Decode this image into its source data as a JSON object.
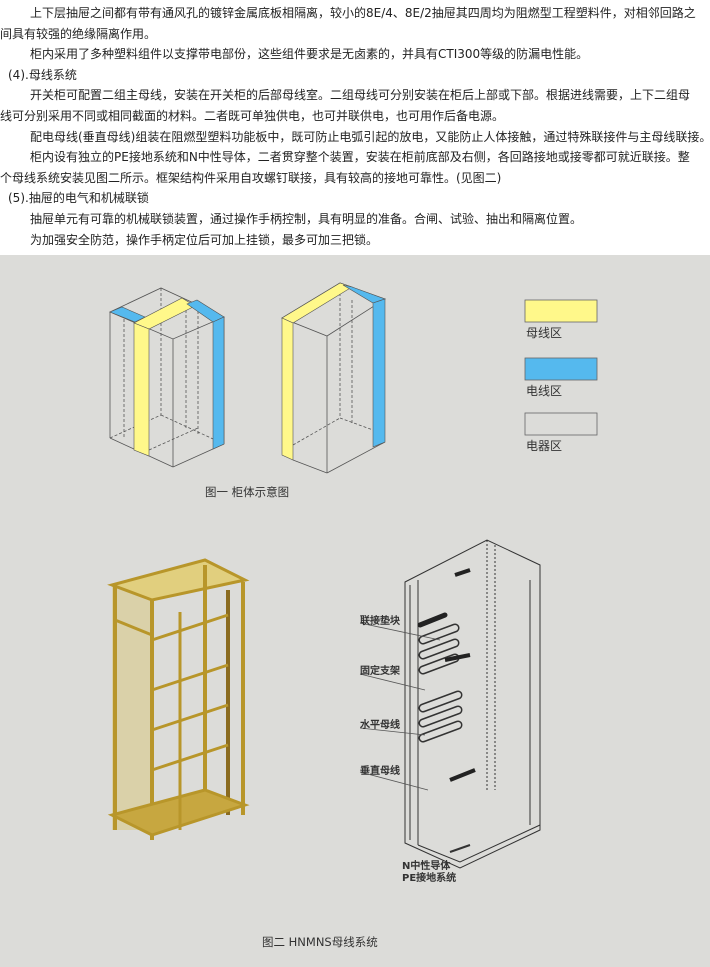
{
  "paragraphs": [
    {
      "kind": "indent",
      "lines": [
        "上下层抽屉之间都有带有通风孔的镀锌金属底板相隔离，较小的8E/4、8E/2抽屉其四周均为阻燃型工程塑料件，对相邻回路之",
        "间具有较强的绝缘隔离作用。"
      ]
    },
    {
      "kind": "indent",
      "lines": [
        "柜内采用了多种塑料组件以支撑带电部份，这些组件要求是无卤素的，并具有CTI300等级的防漏电性能。"
      ]
    },
    {
      "kind": "section",
      "lines": [
        "(4).母线系统"
      ]
    },
    {
      "kind": "indent",
      "lines": [
        "开关柜可配置二组主母线，安装在开关柜的后部母线室。二组母线可分别安装在柜后上部或下部。根据进线需要，上下二组母",
        "线可分别采用不同或相同截面的材料。二者既可单独供电，也可并联供电，也可用作后备电源。"
      ]
    },
    {
      "kind": "indent",
      "lines": [
        "配电母线(垂直母线)组装在阻燃型塑料功能板中，既可防止电弧引起的放电，又能防止人体接触，通过特殊联接件与主母线联接。"
      ]
    },
    {
      "kind": "indent",
      "lines": [
        "柜内设有独立的PE接地系统和N中性导体，二者贯穿整个装置，安装在柜前底部及右侧，各回路接地或接零都可就近联接。整",
        "个母线系统安装见图二所示。框架结构件采用自攻螺钉联接，具有较高的接地可靠性。(见图二)"
      ]
    },
    {
      "kind": "section",
      "lines": [
        "(5).抽屉的电气和机械联锁"
      ]
    },
    {
      "kind": "indent",
      "lines": [
        "抽屉单元有可靠的机械联锁装置，通过操作手柄控制，具有明显的准备。合闸、试验、抽出和隔离位置。"
      ]
    },
    {
      "kind": "indent",
      "lines": [
        "为加强安全防范，操作手柄定位后可加上挂锁，最多可加三把锁。"
      ]
    }
  ],
  "figure1": {
    "caption": "图一 柜体示意图",
    "legend": [
      {
        "label": "母线区",
        "color": "#fff88a"
      },
      {
        "label": "电线区",
        "color": "#55b9ee"
      },
      {
        "label": "电器区",
        "color": "#dcdcd9"
      }
    ]
  },
  "figure2": {
    "caption": "图二 HNMNS母线系统",
    "callouts": [
      "联接垫块",
      "固定支架",
      "水平母线",
      "垂直母线"
    ],
    "bottom_labels": [
      "N中性导体",
      "PE接地系统"
    ],
    "frame_color": "#c9a93a"
  }
}
